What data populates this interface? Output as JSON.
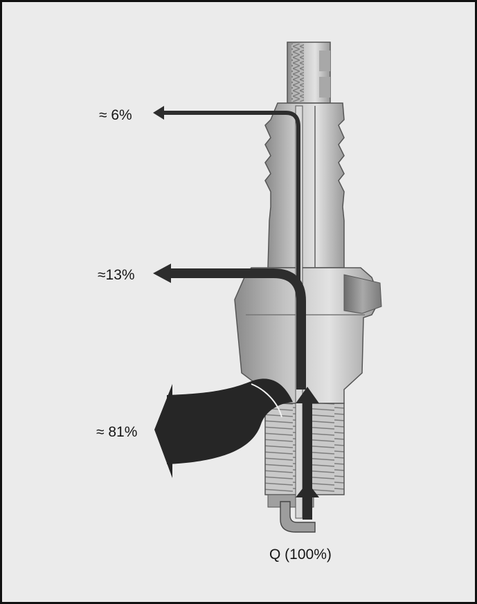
{
  "figure": {
    "labels": {
      "top_share": "≈ 6%",
      "middle_share": "≈13%",
      "bottom_share": "≈ 81%",
      "input": "Q (100%)"
    }
  },
  "colors": {
    "background": "#ebebeb",
    "border": "#111111",
    "plug_light": "#cfcfcf",
    "plug_shade": "#8c8c8c",
    "arrow_dark": "#2a2a2a"
  }
}
